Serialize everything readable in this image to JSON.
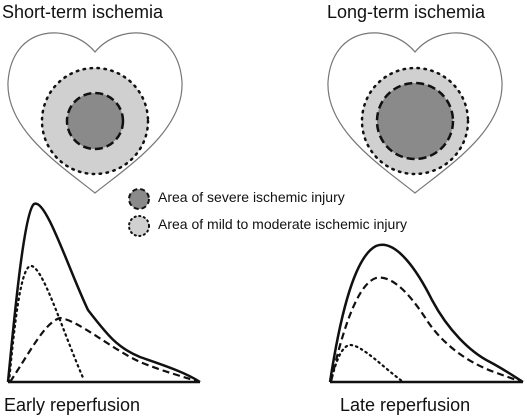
{
  "panels": {
    "short": {
      "title": "Short-term ischemia",
      "caption": "Early reperfusion"
    },
    "long": {
      "title": "Long-term ischemia",
      "caption": "Late reperfusion"
    }
  },
  "legend": {
    "severe": "Area of severe ischemic injury",
    "mild": "Area of mild to moderate ischemic injury"
  },
  "colors": {
    "severe_fill": "#8a8a8a",
    "mild_fill": "#d0d0d0",
    "outline": "#111111",
    "heart_outline": "#777777"
  }
}
